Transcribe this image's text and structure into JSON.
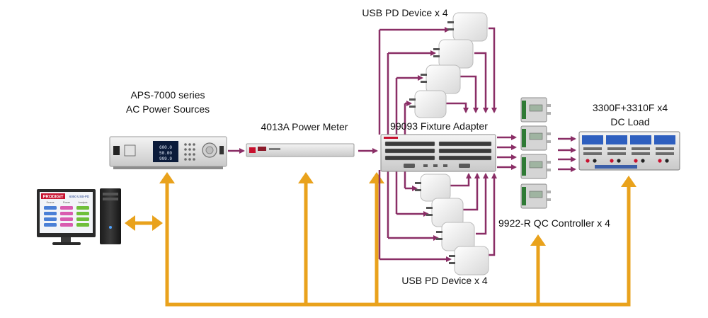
{
  "labels": {
    "aps_line1": "APS-7000 series",
    "aps_line2": "AC Power Sources",
    "power_meter": "4013A Power Meter",
    "fixture": "99093 Fixture Adapter",
    "dc_load_line1": "3300F+3310F x4",
    "dc_load_line2": "DC Load",
    "usb_top": "USB PD Device x 4",
    "usb_bottom": "USB PD Device x 4",
    "qc_controller": "9922-R QC Controller x 4"
  },
  "screen_text": {
    "brand": "PRODIGIT",
    "title": "6050 USB-PD",
    "tabs": [
      "Source",
      "Power",
      "Analysis"
    ]
  },
  "colors": {
    "bus_orange": "#e9a21c",
    "signal_purple": "#8a2e66",
    "brand_red": "#c8102e"
  }
}
